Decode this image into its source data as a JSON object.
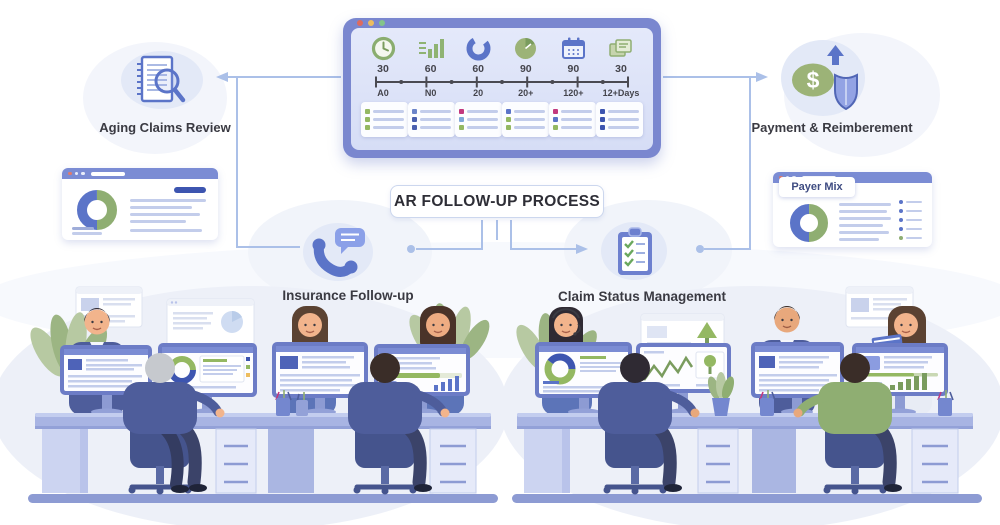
{
  "title_box": {
    "label": "AR FOLLOW-UP PROCESS"
  },
  "nodes": {
    "aging": {
      "label": "Aging Claims Review",
      "icon": "document-magnifier-icon"
    },
    "payment": {
      "label": "Payment & Reimberement",
      "icon": "dollar-shield-arrow-icon"
    },
    "insurance": {
      "label": "Insurance Follow-up",
      "icon": "phone-chat-icon"
    },
    "claim": {
      "label": "Claim Status Management",
      "icon": "clipboard-checklist-icon"
    }
  },
  "dashboard": {
    "traffic_lights": [
      "#df6b5e",
      "#edbd5f",
      "#83c48b"
    ],
    "icons": [
      "clock-icon",
      "bar-chart-icon",
      "refresh-arc-icon",
      "pie-chart-icon",
      "calendar-icon",
      "stacked-cards-icon"
    ],
    "bucket_values": [
      "30",
      "60",
      "60",
      "90",
      "90",
      "30"
    ],
    "bucket_labels": [
      "A0",
      "N0",
      "20",
      "20+",
      "120+",
      "12+Days"
    ],
    "cards": [
      {
        "bullets": [
          "#94b862",
          "#94b862",
          "#94b862"
        ]
      },
      {
        "bullets": [
          "#6b84c9",
          "#4a5fae",
          "#4a5fae"
        ]
      },
      {
        "bullets": [
          "#c2387e",
          "#7fa8d9",
          "#94b862"
        ]
      },
      {
        "bullets": [
          "#5b74c8",
          "#94b862",
          "#94b862"
        ]
      },
      {
        "bullets": [
          "#c2387e",
          "#5b74c8",
          "#94b862"
        ]
      },
      {
        "bullets": [
          "#3d55b0",
          "#3d55b0",
          "#3d55b0"
        ]
      }
    ]
  },
  "side_windows": {
    "left": {
      "chart": "donut",
      "chart_colors": [
        "#5b74c8",
        "#8fae72"
      ]
    },
    "right": {
      "label": "Payer Mix",
      "chart": "donut",
      "chart_colors": [
        "#5b74c8",
        "#8fae72"
      ]
    }
  },
  "colors": {
    "accent_blue": "#5b74c8",
    "frame_purple": "#7a87cf",
    "panel_lavender": "#dfe5f9",
    "connector": "#abc0e8",
    "green": "#8fae72",
    "desk_blue": "#a8b4e3",
    "floor_blue": "#8d9bd3",
    "navy": "#4e5d9b",
    "text_dark": "#3a3a42"
  }
}
